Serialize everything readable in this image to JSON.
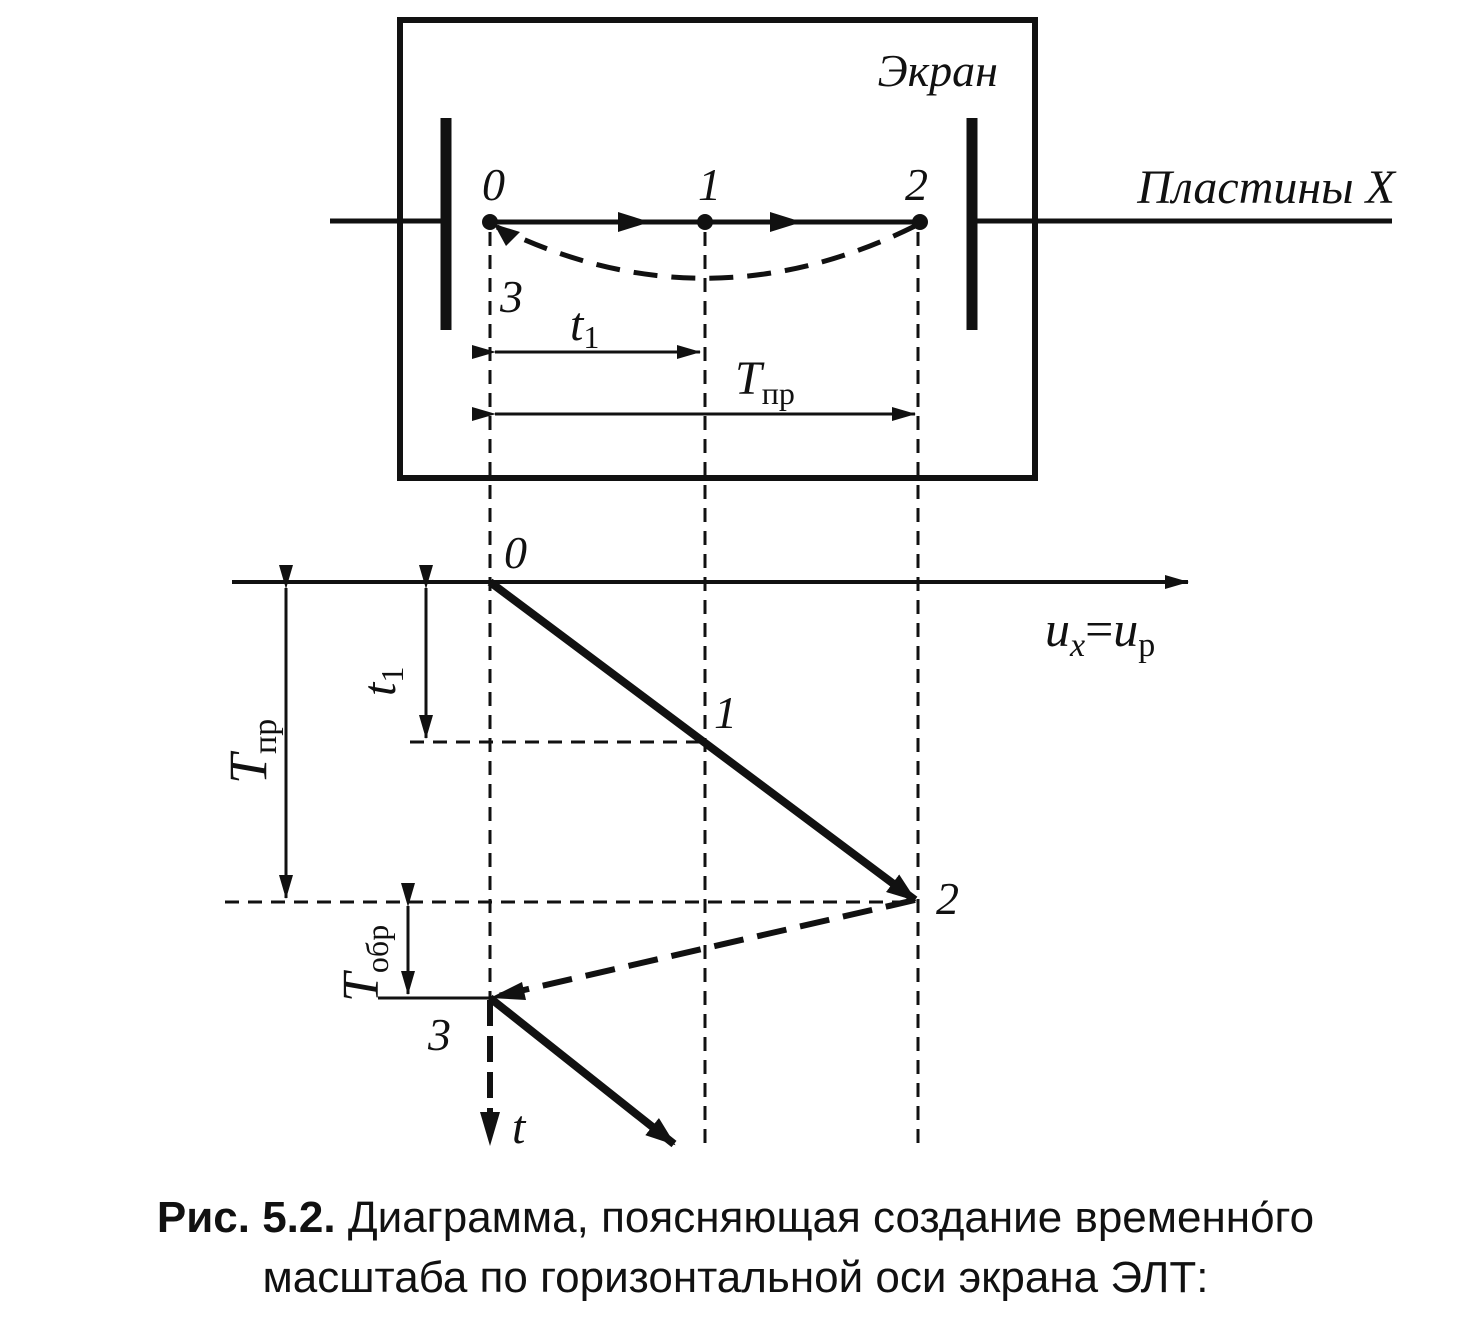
{
  "screen": {
    "label": "Экран"
  },
  "plates": {
    "label": "Пластины X"
  },
  "points": {
    "p0": "0",
    "p1": "1",
    "p2": "2",
    "p3": "3"
  },
  "timing": {
    "t": "t",
    "t_sub": "1",
    "T": "T",
    "T_pr_sub": "пр",
    "T_obr_sub": "обр"
  },
  "axis": {
    "u": "u",
    "x_sub": "x",
    "eq": "=",
    "p_sub": "р",
    "time": "t"
  },
  "caption": {
    "number": "Рис. 5.2.",
    "line1": "Диаграмма, поясняющая создание временно́го",
    "line2": "масштаба по горизонтальной оси экрана ЭЛТ:"
  }
}
